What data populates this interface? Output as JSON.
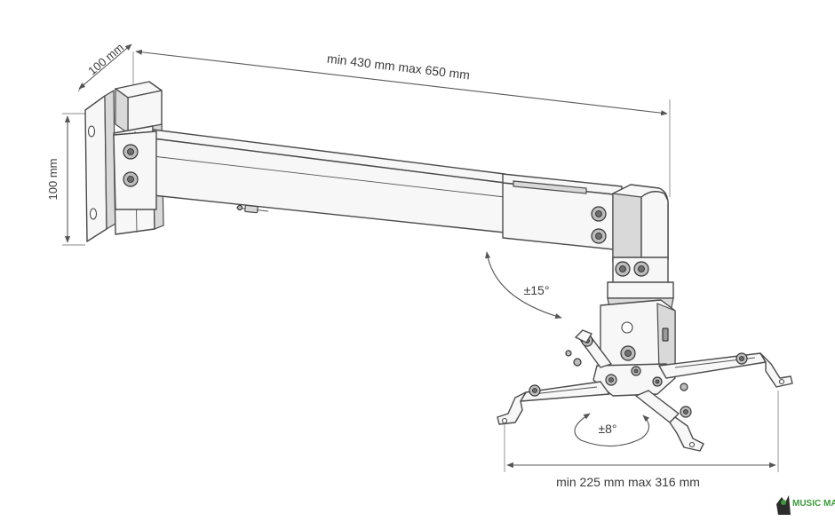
{
  "dimensions": {
    "arm_length": "min 430 mm  max 650 mm",
    "wall_plate_width": "100 mm",
    "wall_plate_height": "100 mm",
    "bracket_span": "min 225 mm max 316 mm"
  },
  "angles": {
    "tilt": "±15°",
    "rotation": "±8°"
  },
  "watermark": "MUSIC MAG",
  "colors": {
    "line": "#4a4a4a",
    "text": "#3a3a3a",
    "watermark_green": "#3a9a3a"
  }
}
